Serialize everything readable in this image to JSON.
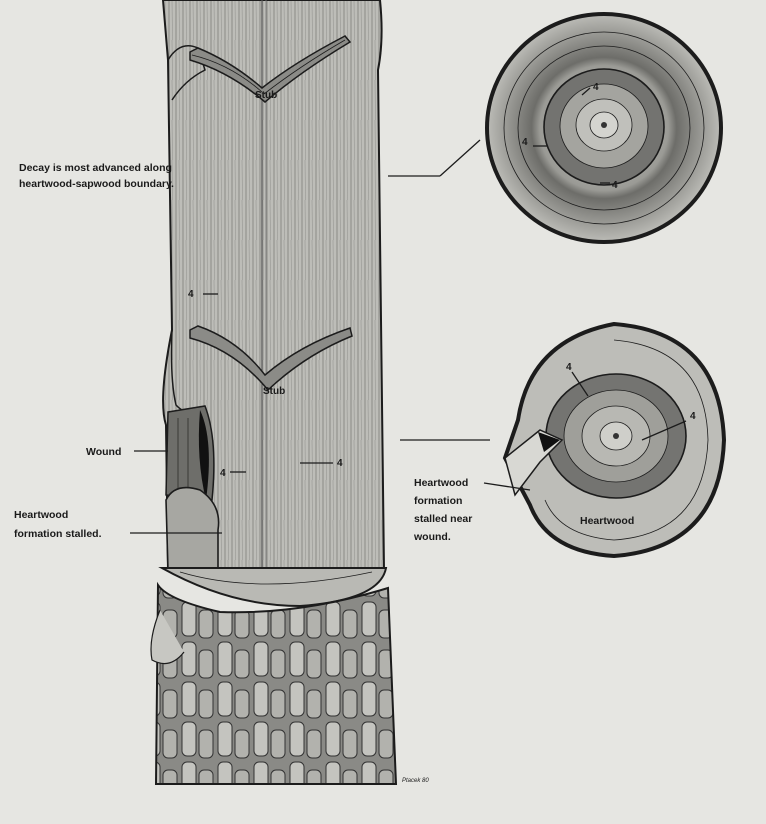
{
  "labels": {
    "decay_line1": "Decay is most advanced along",
    "decay_line2": "heartwood-sapwood boundary.",
    "wound": "Wound",
    "heartwood_stalled_line1": "Heartwood",
    "heartwood_stalled_line2": "formation stalled.",
    "stalled_near_line1": "Heartwood",
    "stalled_near_line2": "formation",
    "stalled_near_line3": "stalled near",
    "stalled_near_line4": "wound.",
    "stub_top": "Stub",
    "stub_mid": "Stub",
    "heartwood_section": "Heartwood",
    "signature": "Ptacek 80"
  },
  "markers": {
    "top_section_a": "4",
    "top_section_b": "4",
    "top_section_c": "4",
    "trunk_left": "4",
    "trunk_center": "4",
    "trunk_wound": "4",
    "bottom_section_a": "4",
    "bottom_section_b": "4"
  },
  "colors": {
    "ink": "#1c1c1c",
    "paper": "#e6e6e2",
    "wood_light": "#c9c9c4",
    "wood_mid": "#9c9c97",
    "wood_dark": "#6a6a66"
  }
}
